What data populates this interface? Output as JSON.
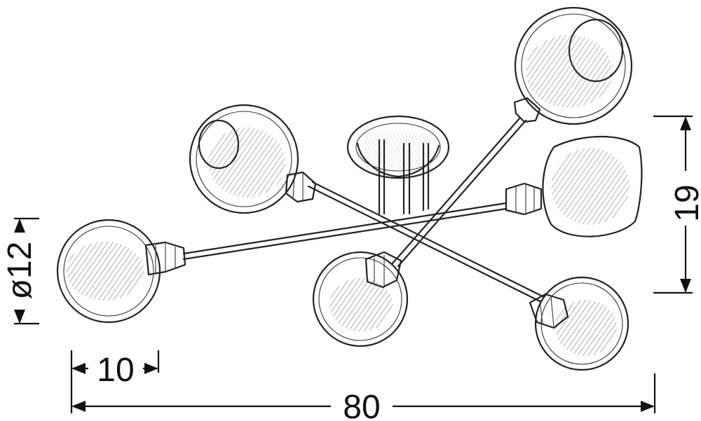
{
  "dimensions": {
    "total_width": "80",
    "height": "19",
    "globe_diameter": "ø12",
    "arm_offset": "10"
  }
}
